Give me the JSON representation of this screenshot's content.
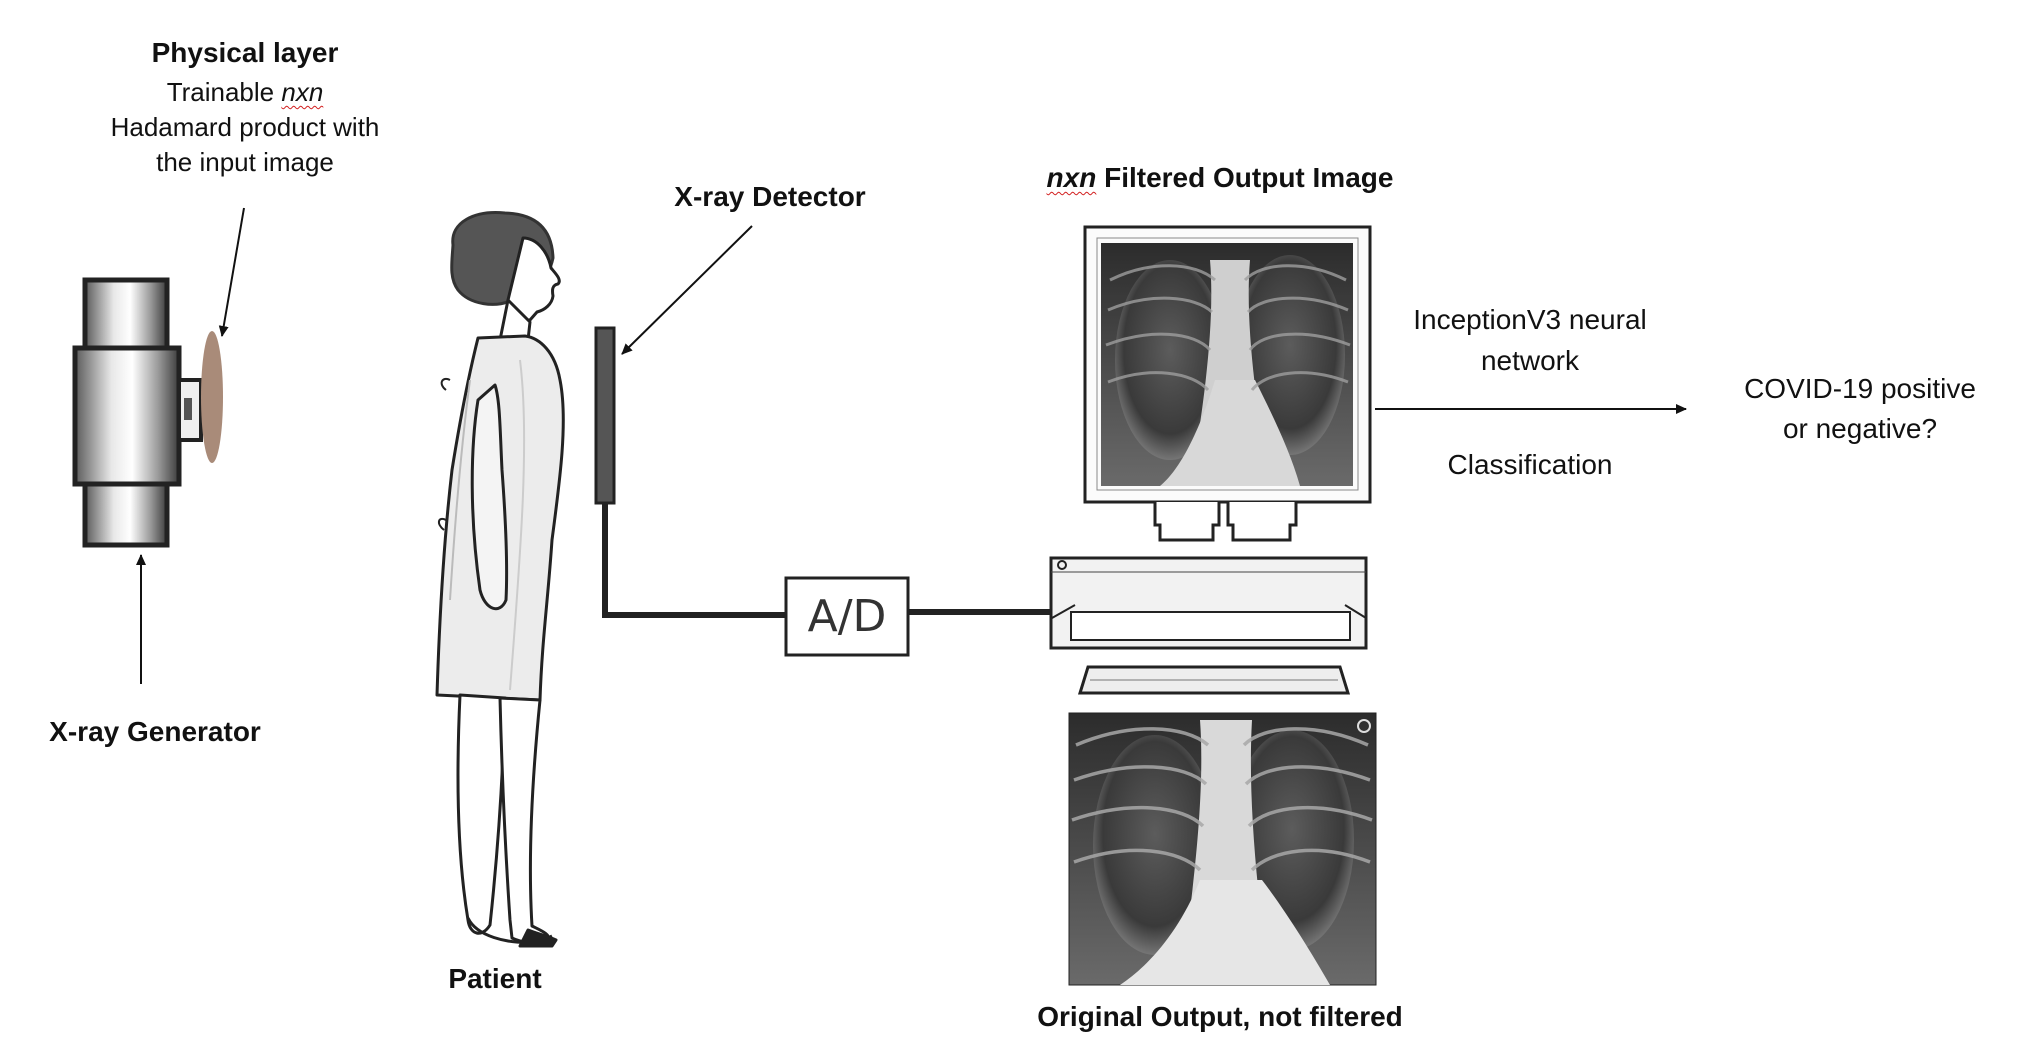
{
  "physical_layer": {
    "title": "Physical layer",
    "line1_prefix": "Trainable ",
    "line1_italic": "nxn",
    "line2": "Hadamard product with",
    "line3": "the input image"
  },
  "labels": {
    "xray_detector": "X-ray Detector",
    "xray_generator": "X-ray Generator",
    "patient": "Patient",
    "ad": "A/D",
    "filtered_italic": "nxn",
    "filtered_rest": " Filtered Output Image",
    "original_output": "Original Output, not filtered",
    "network_line1": "InceptionV3 neural",
    "network_line2": "network",
    "classification": "Classification",
    "result_line1": "COVID-19 positive",
    "result_line2": "or negative?"
  },
  "colors": {
    "ink": "#111111",
    "filter_disc": "#a98b79",
    "squiggle": "#d21f1f"
  }
}
